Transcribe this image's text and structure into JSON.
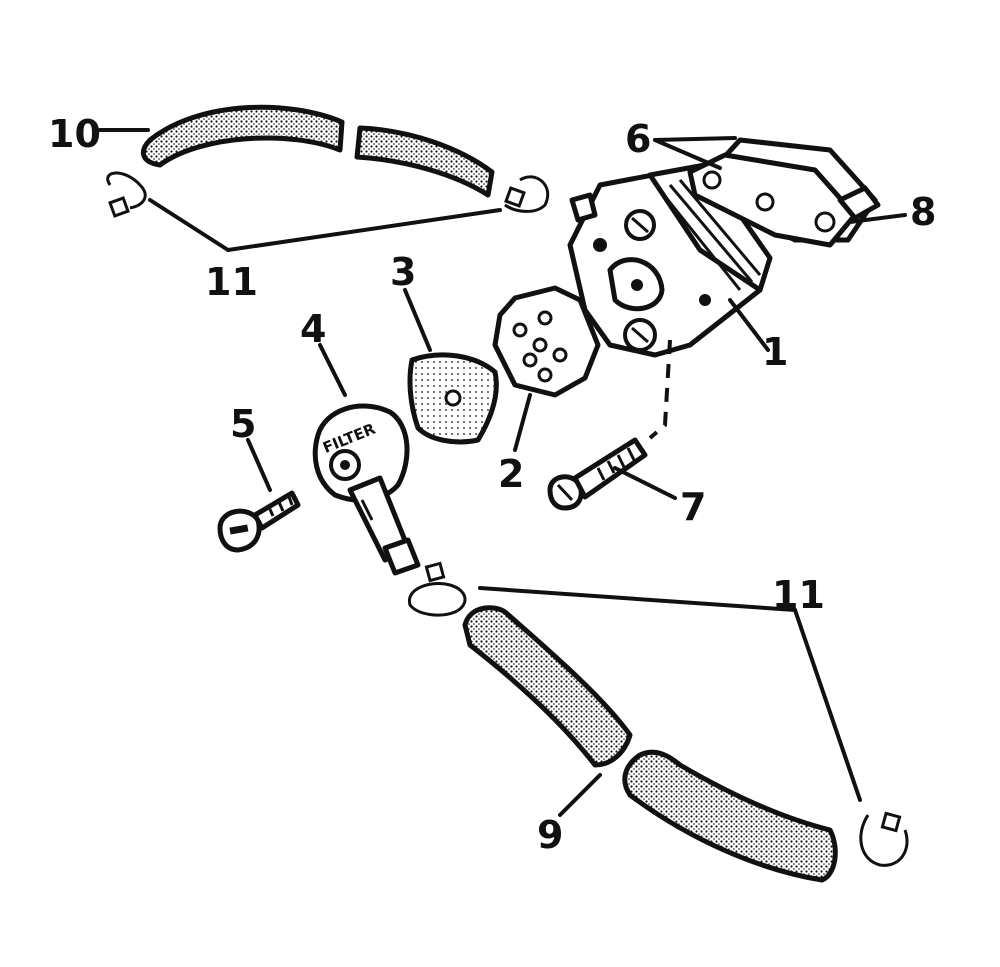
{
  "callouts": {
    "c1": "1",
    "c2": "2",
    "c3": "3",
    "c4": "4",
    "c5": "5",
    "c6": "6",
    "c7": "7",
    "c8": "8",
    "c9": "9",
    "c10": "10",
    "c11_top": "11",
    "c11_bottom": "11"
  },
  "parts": {
    "filter_cover_text": "FILTER"
  },
  "colors": {
    "ink": "#111111",
    "paper": "#ffffff",
    "hose_fill": "stipple"
  }
}
